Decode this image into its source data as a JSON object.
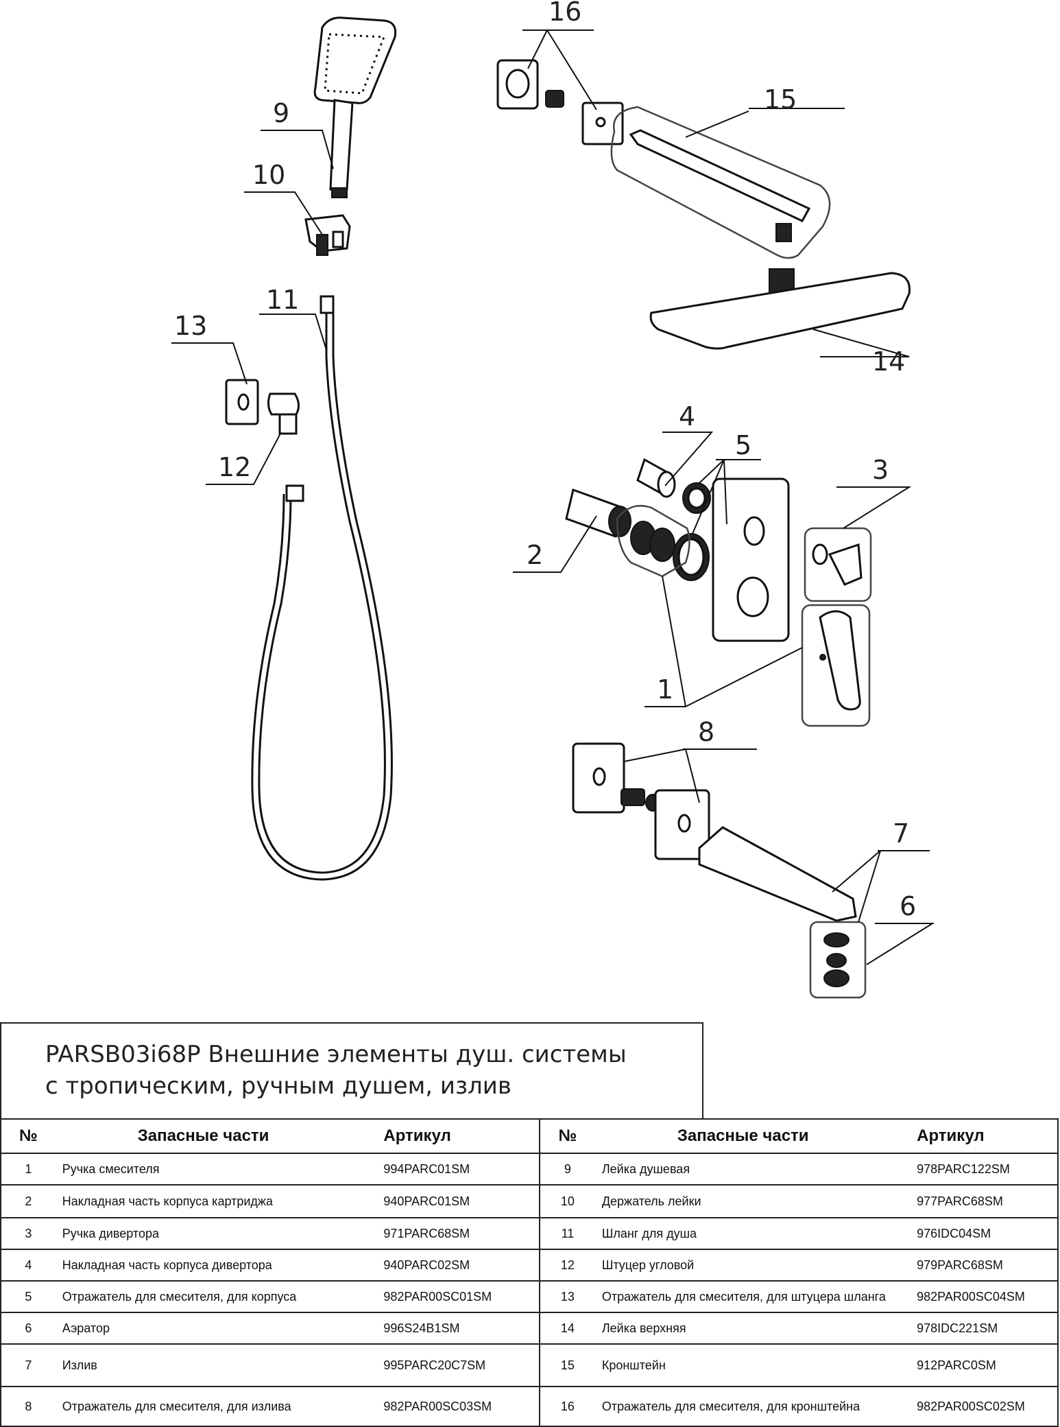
{
  "title": {
    "line1": "PARSB03i68P Внешние элементы душ. системы",
    "line2": "с тропическим, ручным душем, излив"
  },
  "callouts": [
    "1",
    "2",
    "3",
    "4",
    "5",
    "6",
    "7",
    "8",
    "9",
    "10",
    "11",
    "12",
    "13",
    "14",
    "15",
    "16"
  ],
  "table_headers": {
    "num": "№",
    "name": "Запасные части",
    "sku": "Артикул"
  },
  "left_rows": [
    {
      "num": "1",
      "name": "Ручка смесителя",
      "sku": "994PARC01SM"
    },
    {
      "num": "2",
      "name": "Накладная часть корпуса картриджа",
      "sku": "940PARC01SM"
    },
    {
      "num": "3",
      "name": "Ручка дивертора",
      "sku": "971PARC68SM"
    },
    {
      "num": "4",
      "name": "Накладная часть корпуса дивертора",
      "sku": "940PARC02SM"
    },
    {
      "num": "5",
      "name": "Отражатель для смесителя, для корпуса",
      "sku": "982PAR00SC01SM"
    },
    {
      "num": "6",
      "name": "Аэратор",
      "sku": "996S24B1SM"
    },
    {
      "num": "7",
      "name": "Излив",
      "sku": "995PARC20C7SM"
    },
    {
      "num": "8",
      "name": "Отражатель для смесителя, для излива",
      "sku": "982PAR00SC03SM"
    }
  ],
  "right_rows": [
    {
      "num": "9",
      "name": "Лейка душевая",
      "sku": "978PARC122SM"
    },
    {
      "num": "10",
      "name": "Держатель лейки",
      "sku": "977PARC68SM"
    },
    {
      "num": "11",
      "name": "Шланг для душа",
      "sku": "976IDC04SM"
    },
    {
      "num": "12",
      "name": "Штуцер угловой",
      "sku": "979PARC68SM"
    },
    {
      "num": "13",
      "name": "Отражатель для смесителя, для штуцера шланга",
      "sku": "982PAR00SC04SM"
    },
    {
      "num": "14",
      "name": "Лейка верхняя",
      "sku": "978IDC221SM"
    },
    {
      "num": "15",
      "name": "Кронштейн",
      "sku": "912PARC0SM"
    },
    {
      "num": "16",
      "name": "Отражатель для смесителя, для кронштейна",
      "sku": "982PAR00SC02SM"
    }
  ]
}
